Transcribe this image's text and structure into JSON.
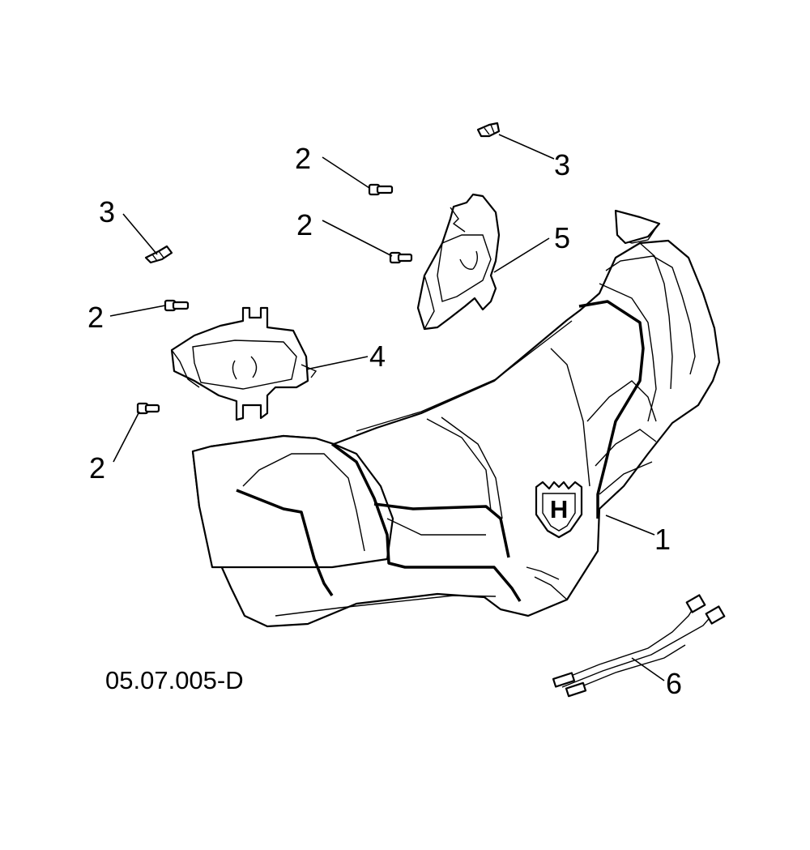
{
  "figure": {
    "reference_code": "05.07.005-D",
    "callouts": [
      {
        "id": "callout-1",
        "label": "1"
      },
      {
        "id": "callout-2a",
        "label": "2"
      },
      {
        "id": "callout-2b",
        "label": "2"
      },
      {
        "id": "callout-2c",
        "label": "2"
      },
      {
        "id": "callout-2d",
        "label": "2"
      },
      {
        "id": "callout-3a",
        "label": "3"
      },
      {
        "id": "callout-3b",
        "label": "3"
      },
      {
        "id": "callout-4",
        "label": "4"
      },
      {
        "id": "callout-5",
        "label": "5"
      },
      {
        "id": "callout-6",
        "label": "6"
      }
    ],
    "logo_letter": "H"
  }
}
